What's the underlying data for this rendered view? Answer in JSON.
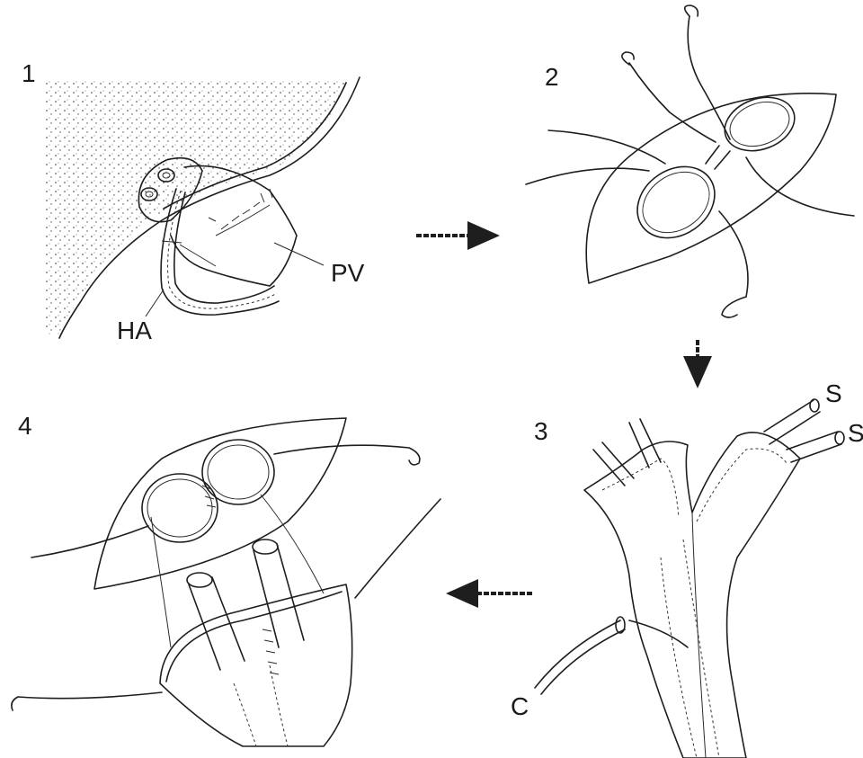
{
  "panels": [
    {
      "number": "1"
    },
    {
      "number": "2"
    },
    {
      "number": "3"
    },
    {
      "number": "4"
    }
  ],
  "labels": {
    "pv": "PV",
    "ha": "HA",
    "s_upper": "S",
    "s_lower": "S",
    "c": "C"
  },
  "colors": {
    "ink": "#1e1e1e",
    "background": "#ffffff"
  }
}
